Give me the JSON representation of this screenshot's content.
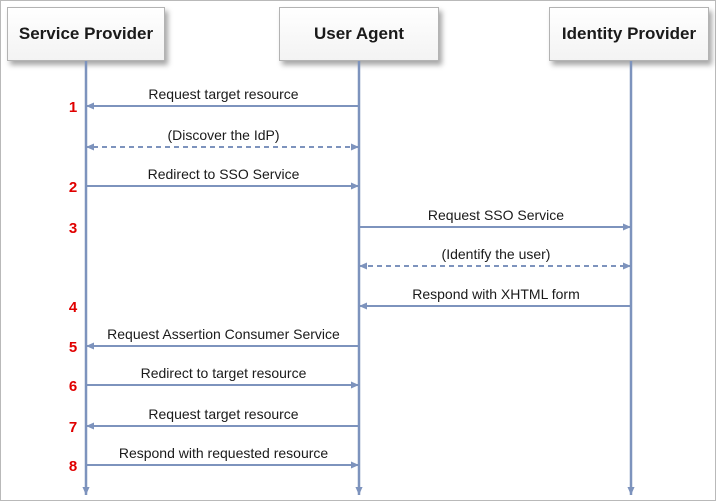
{
  "actors": {
    "service_provider": "Service Provider",
    "user_agent": "User Agent",
    "identity_provider": "Identity Provider"
  },
  "colors": {
    "lifeline": "#7d93bd",
    "arrow": "#7d93bd",
    "step_number": "#e00000"
  },
  "messages": [
    {
      "label": "Request target resource",
      "from": "user_agent",
      "to": "service_provider",
      "style": "solid",
      "step": "1"
    },
    {
      "label": "(Discover the IdP)",
      "from": "user_agent",
      "to": "service_provider",
      "style": "dashed-bidirectional",
      "step": ""
    },
    {
      "label": "Redirect to SSO Service",
      "from": "service_provider",
      "to": "user_agent",
      "style": "solid",
      "step": "2"
    },
    {
      "label": "Request SSO Service",
      "from": "user_agent",
      "to": "identity_provider",
      "style": "solid",
      "step": "3"
    },
    {
      "label": "(Identify the user)",
      "from": "user_agent",
      "to": "identity_provider",
      "style": "dashed-bidirectional",
      "step": ""
    },
    {
      "label": "Respond with XHTML form",
      "from": "identity_provider",
      "to": "user_agent",
      "style": "solid",
      "step": "4"
    },
    {
      "label": "Request Assertion Consumer Service",
      "from": "user_agent",
      "to": "service_provider",
      "style": "solid",
      "step": "5"
    },
    {
      "label": "Redirect to target resource",
      "from": "service_provider",
      "to": "user_agent",
      "style": "solid",
      "step": "6"
    },
    {
      "label": "Request target resource",
      "from": "user_agent",
      "to": "service_provider",
      "style": "solid",
      "step": "7"
    },
    {
      "label": "Respond with requested resource",
      "from": "service_provider",
      "to": "user_agent",
      "style": "solid",
      "step": "8"
    }
  ]
}
